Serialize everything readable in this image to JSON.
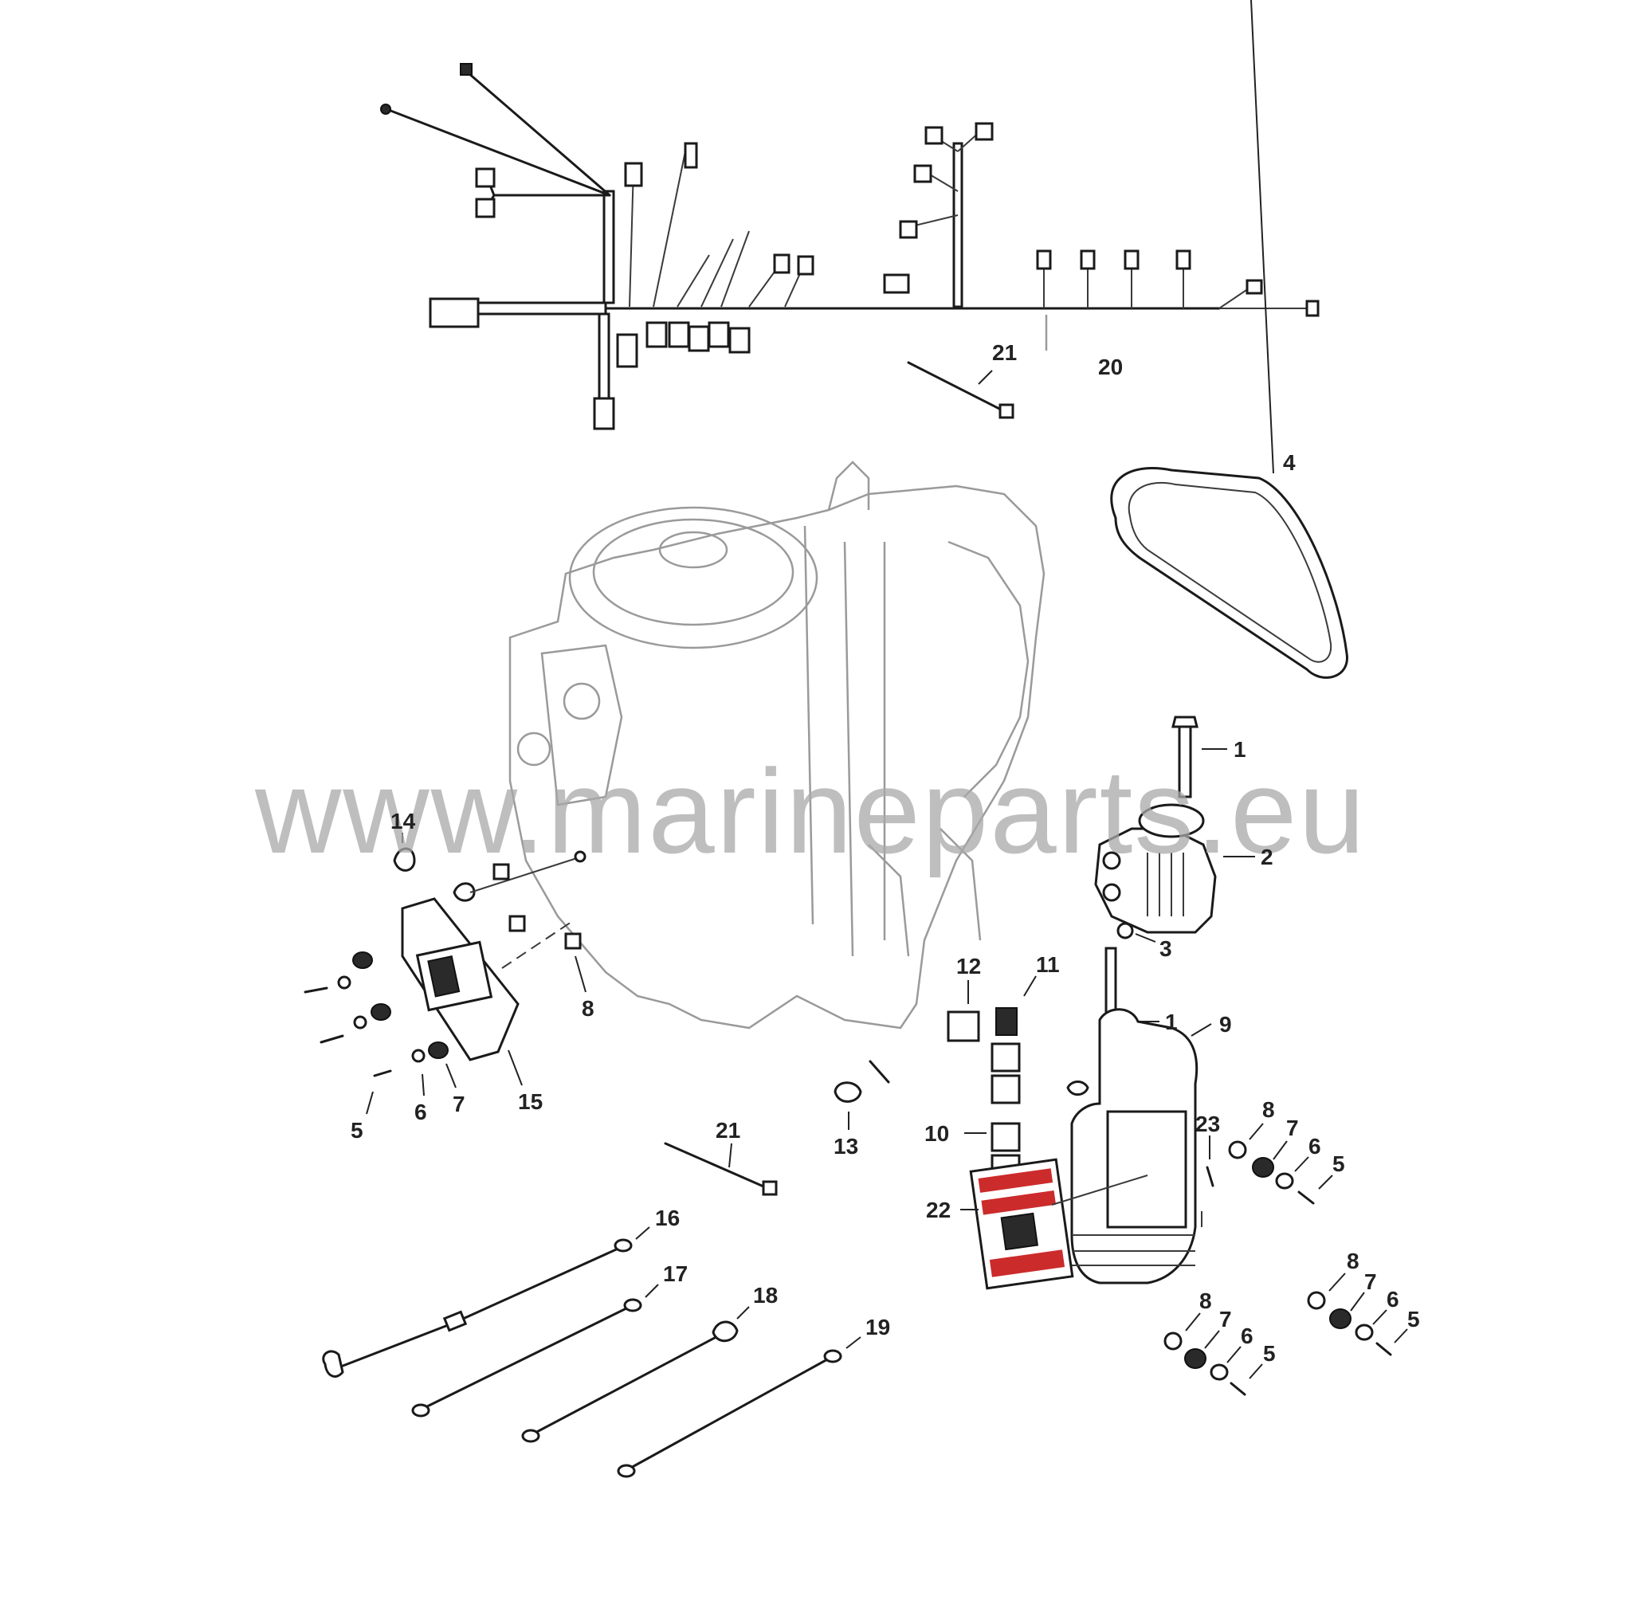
{
  "watermark": "www.marineparts.eu",
  "callouts": [
    {
      "id": "c21a",
      "text": "21"
    },
    {
      "id": "c20",
      "text": "20"
    },
    {
      "id": "c4",
      "text": "4"
    },
    {
      "id": "c1a",
      "text": "1"
    },
    {
      "id": "c2",
      "text": "2"
    },
    {
      "id": "c3",
      "text": "3"
    },
    {
      "id": "c1b",
      "text": "1"
    },
    {
      "id": "c14",
      "text": "14"
    },
    {
      "id": "c12",
      "text": "12"
    },
    {
      "id": "c11",
      "text": "11"
    },
    {
      "id": "c9",
      "text": "9"
    },
    {
      "id": "c8a",
      "text": "8"
    },
    {
      "id": "c5a",
      "text": "5"
    },
    {
      "id": "c6a",
      "text": "6"
    },
    {
      "id": "c7a",
      "text": "7"
    },
    {
      "id": "c15",
      "text": "15"
    },
    {
      "id": "c10",
      "text": "10"
    },
    {
      "id": "c13",
      "text": "13"
    },
    {
      "id": "c21b",
      "text": "21"
    },
    {
      "id": "c23",
      "text": "23"
    },
    {
      "id": "c8b",
      "text": "8"
    },
    {
      "id": "c7b",
      "text": "7"
    },
    {
      "id": "c6b",
      "text": "6"
    },
    {
      "id": "c5b",
      "text": "5"
    },
    {
      "id": "c22",
      "text": "22"
    },
    {
      "id": "c16",
      "text": "16"
    },
    {
      "id": "c17",
      "text": "17"
    },
    {
      "id": "c18",
      "text": "18"
    },
    {
      "id": "c19",
      "text": "19"
    },
    {
      "id": "c8c",
      "text": "8"
    },
    {
      "id": "c7c",
      "text": "7"
    },
    {
      "id": "c6c",
      "text": "6"
    },
    {
      "id": "c5c",
      "text": "5"
    },
    {
      "id": "c8d",
      "text": "8"
    },
    {
      "id": "c7d",
      "text": "7"
    },
    {
      "id": "c6d",
      "text": "6"
    },
    {
      "id": "c5d",
      "text": "5"
    }
  ]
}
